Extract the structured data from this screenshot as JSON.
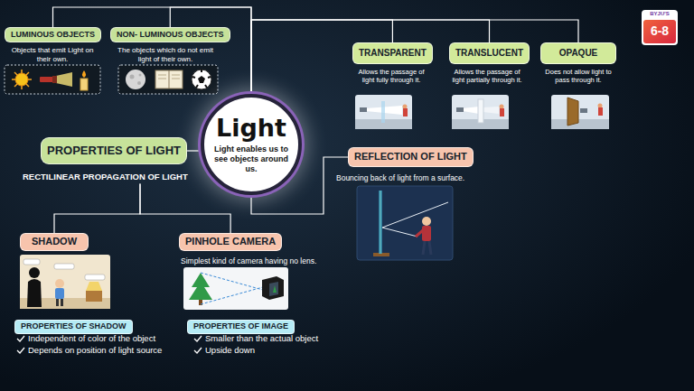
{
  "diagram": {
    "nodes": [
      {
        "text": [
          "LUMINOUS OBJECTS",
          "Objects that emit Light on their own."
        ]
      },
      {
        "text": [
          "NON- LUMINOUS OBJECTS",
          "The objects which do not emit light of their own."
        ]
      },
      {
        "text": [
          "TRANSPARENT",
          "Allows the passage of light fully through it."
        ]
      },
      {
        "text": [
          "TRANSLUCENT",
          "Allows the passage of light partially through it."
        ]
      },
      {
        "text": [
          "OPAQUE",
          "Does not allow light to pass through it."
        ]
      },
      {
        "text": [
          "Light",
          "Light enables us to see objects around us."
        ]
      },
      {
        "text": [
          "PROPERTIES OF LIGHT",
          "RECTILINEAR PROPAGATION OF LIGHT"
        ]
      },
      {
        "text": [
          "REFLECTION OF LIGHT",
          "Bouncing back of light from a surface."
        ]
      },
      {
        "text": [
          "SHADOW"
        ]
      },
      {
        "text": [
          "PINHOLE CAMERA",
          "Simplest kind of camera having no lens."
        ]
      },
      {
        "text": [
          "PROPERTIES OF SHADOW"
        ]
      },
      {
        "text": [
          "PROPERTIES OF IMAGE"
        ]
      }
    ],
    "edges": [
      {
        "from": 5,
        "to": 0,
        "arrow": "none"
      },
      {
        "from": 5,
        "to": 1,
        "arrow": "none"
      },
      {
        "from": 5,
        "to": 2,
        "arrow": "none"
      },
      {
        "from": 5,
        "to": 3,
        "arrow": "none"
      },
      {
        "from": 5,
        "to": 4,
        "arrow": "none"
      },
      {
        "from": 5,
        "to": 6,
        "arrow": "none"
      },
      {
        "from": 5,
        "to": 7,
        "arrow": "none"
      },
      {
        "from": 6,
        "to": 8,
        "arrow": "none"
      },
      {
        "from": 6,
        "to": 9,
        "arrow": "none"
      }
    ],
    "labels": [
      "Independent of color of the object",
      "Depends on position of light source",
      "Smaller than the actual object",
      "Upside down",
      "BYJU'S",
      "6-8"
    ]
  }
}
